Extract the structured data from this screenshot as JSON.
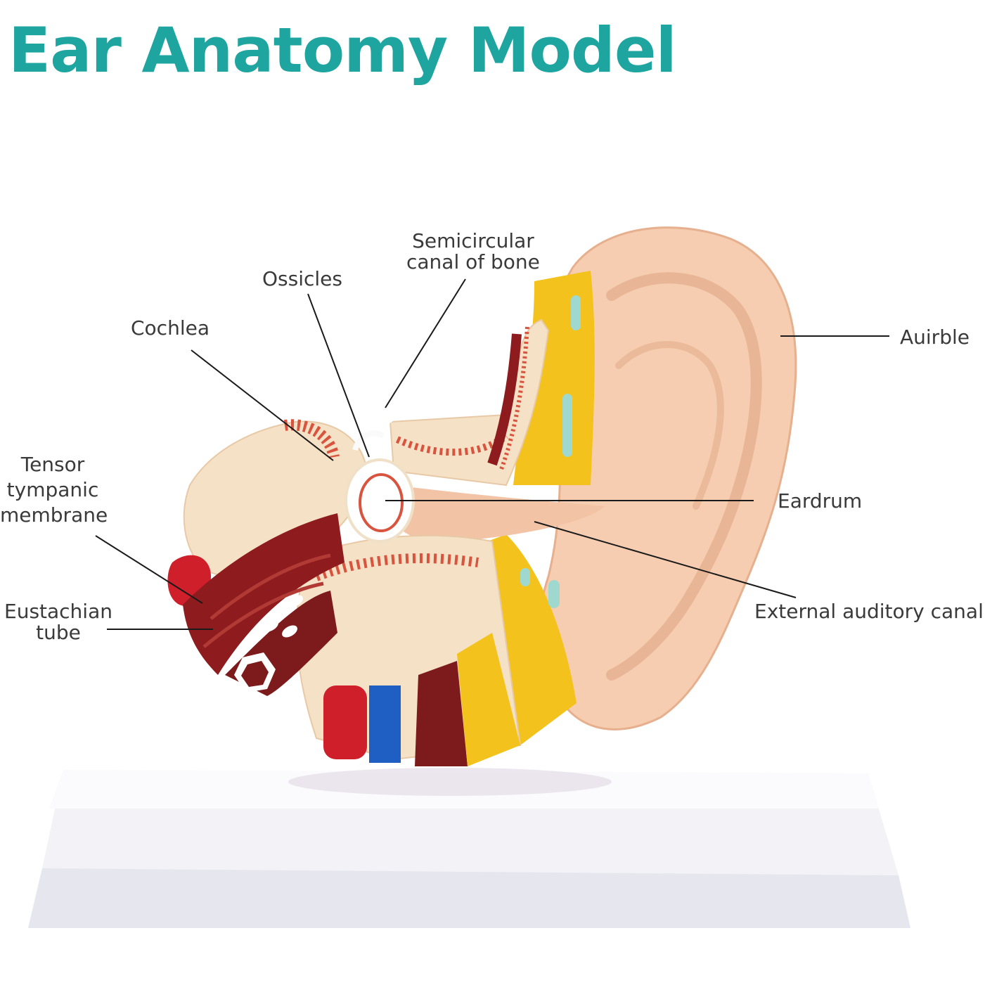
{
  "title": "Ear Anatomy Model",
  "colors": {
    "title": "#1fa5a0",
    "label": "#3a3a3a",
    "skin": "#f6cdb0",
    "skin_dark": "#e9b596",
    "cartilage_yellow": "#f4c21c",
    "muscle_red": "#8e1b1e",
    "bone_cream": "#f5e1c6",
    "bone_spots": "#d9543f",
    "vein_blue": "#1f5fc4",
    "artery_red": "#cf1f2a",
    "base_white": "#f4f4f8",
    "accent_teal": "#9fd8cf"
  },
  "labels": {
    "semicircular_1": "Semicircular",
    "semicircular_2": "canal of bone",
    "ossicles": "Ossicles",
    "cochlea": "Cochlea",
    "tensor_1": "Tensor",
    "tensor_2": "tympanic",
    "tensor_3": "membrane",
    "eustachian_1": "Eustachian",
    "eustachian_2": "tube",
    "auricle": "Auirble",
    "eardrum": "Eardrum",
    "external_canal": "External auditory canal"
  }
}
